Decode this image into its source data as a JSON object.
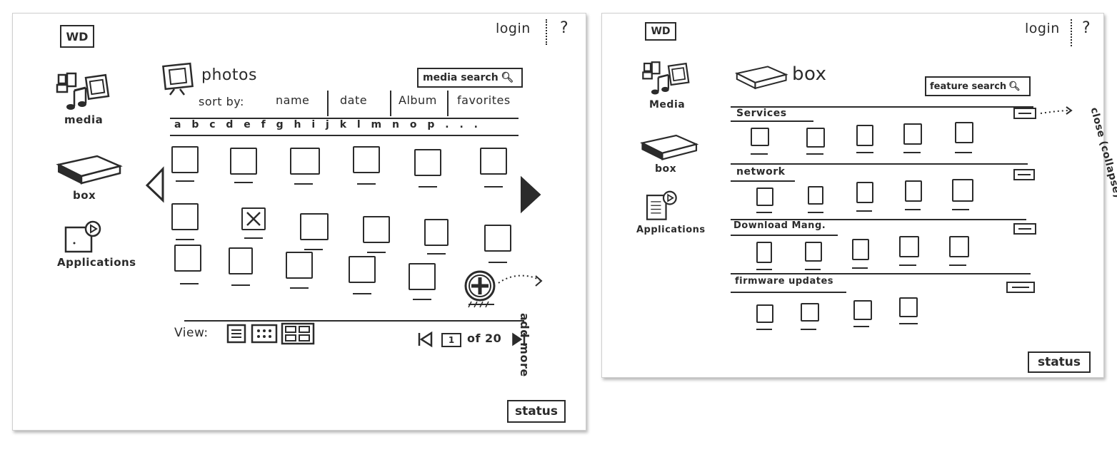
{
  "left": {
    "logo": "WD",
    "login": "login",
    "help": "?",
    "nav": [
      {
        "label": "media"
      },
      {
        "label": "box"
      },
      {
        "label": "Applications"
      }
    ],
    "section_title": "photos",
    "search_label": "media search",
    "sort_by": "sort by:",
    "sort_options": [
      "name",
      "date",
      "Album",
      "favorites"
    ],
    "alphabet": "a b c d e f g h i j k l m n o p . . .",
    "add_more": "add more",
    "view_label": "View:",
    "pager_page": "1",
    "pager_of": "of 20",
    "status": "status"
  },
  "right": {
    "logo": "WD",
    "login": "login",
    "help": "?",
    "nav": [
      {
        "label": "Media"
      },
      {
        "label": "box"
      },
      {
        "label": "Applications"
      }
    ],
    "section_title": "box",
    "search_label": "feature search",
    "sections": [
      {
        "label": "Services"
      },
      {
        "label": "network"
      },
      {
        "label": "Download Mang."
      },
      {
        "label": "firmware updates"
      }
    ],
    "close_note": "close (collapse)",
    "status": "status"
  }
}
